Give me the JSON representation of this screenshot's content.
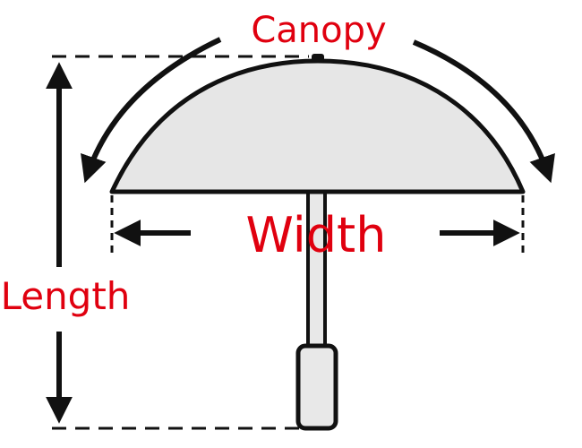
{
  "labels": {
    "canopy": "Canopy",
    "width": "Width",
    "length": "Length"
  },
  "colors": {
    "label": "#e0000f",
    "outline": "#111111",
    "canopy_fill": "#e6e6e6",
    "shaft_fill": "#e8e8e8"
  }
}
